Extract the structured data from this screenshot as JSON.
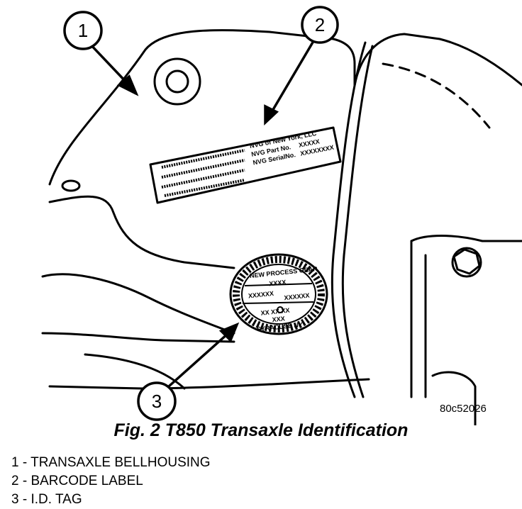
{
  "figure": {
    "id": "80c52026",
    "caption": "Fig. 2 T850 Transaxle Identification"
  },
  "callouts": [
    {
      "number": "1",
      "text": "1 - TRANSAXLE BELLHOUSING"
    },
    {
      "number": "2",
      "text": "2 - BARCODE LABEL"
    },
    {
      "number": "3",
      "text": "3 - I.D. TAG"
    }
  ],
  "barcode_label": {
    "line1": "NVG of New York, LLC",
    "line2": "NVG Part No.",
    "line2_value": "XXXXX",
    "line3": "NVG SerialNo.",
    "line3_value": "XXXXXXXX"
  },
  "id_tag": {
    "arc_top": "NEW PROCESS GEAR",
    "row1": "XXXX",
    "row2": "XXXXXX",
    "row2b": "XXXXXX",
    "row3": "XX XX XX",
    "row4": "XXX",
    "arc_bottom": "SYRACUSE NY"
  }
}
